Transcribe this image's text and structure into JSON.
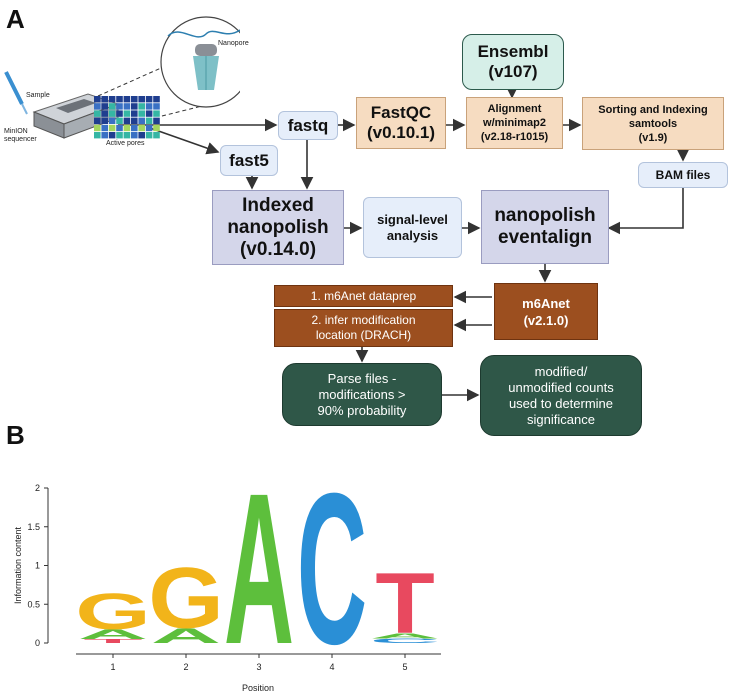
{
  "panel_a": {
    "label": "A",
    "device": {
      "sample_label": "Sample",
      "sequencer_label": "MinION\nsequencer",
      "pores_label": "Active pores",
      "nanopore_label": "Nanopore"
    },
    "nodes": {
      "fastq": "fastq",
      "fast5": "fast5",
      "fastqc": "FastQC\n(v0.10.1)",
      "ensembl": "Ensembl\n(v107)",
      "alignment": "Alignment\nw/minimap2\n(v2.18-r1015)",
      "sorting": "Sorting and Indexing\nsamtools\n(v1.9)",
      "bam": "BAM files",
      "indexed": "Indexed\nnanopolish\n(v0.14.0)",
      "signal": "signal-level\nanalysis",
      "eventalign": "nanopolish\neventalign",
      "m6anet": "m6Anet\n(v2.1.0)",
      "dataprep": "1.  m6Anet dataprep",
      "infer": "2. infer modification\nlocation (DRACH)",
      "parse": "Parse files -\nmodifications >\n90% probability",
      "counts": "modified/\nunmodified counts\nused to determine\nsignificance"
    },
    "colors": {
      "lavender": "#d4d6ea",
      "tan": "#f6dcc1",
      "brown": "#9c4f1f",
      "dark_green": "#2f5748",
      "teal": "#d6efe8"
    }
  },
  "panel_b": {
    "label": "B",
    "chart_data": {
      "type": "sequence-logo",
      "xlabel": "Position",
      "ylabel": "Information content",
      "ylim": [
        0,
        2
      ],
      "yticks": [
        "0",
        "0.5",
        "1",
        "1.5",
        "2"
      ],
      "positions": [
        "1",
        "2",
        "3",
        "4",
        "5"
      ],
      "letters": [
        {
          "position": 1,
          "stack": [
            {
              "letter": "T",
              "bits": 0.05,
              "color": "#e8495f"
            },
            {
              "letter": "A",
              "bits": 0.13,
              "color": "#5dbf3c"
            },
            {
              "letter": "G",
              "bits": 0.47,
              "color": "#f2b41a"
            }
          ]
        },
        {
          "position": 2,
          "stack": [
            {
              "letter": "A",
              "bits": 0.2,
              "color": "#5dbf3c"
            },
            {
              "letter": "G",
              "bits": 0.8,
              "color": "#f2b41a"
            }
          ]
        },
        {
          "position": 3,
          "stack": [
            {
              "letter": "A",
              "bits": 2.0,
              "color": "#5dbf3c"
            }
          ]
        },
        {
          "position": 4,
          "stack": [
            {
              "letter": "C",
              "bits": 2.0,
              "color": "#2a8fd6"
            }
          ]
        },
        {
          "position": 5,
          "stack": [
            {
              "letter": "C",
              "bits": 0.06,
              "color": "#2a8fd6"
            },
            {
              "letter": "A",
              "bits": 0.07,
              "color": "#5dbf3c"
            },
            {
              "letter": "T",
              "bits": 0.8,
              "color": "#e8495f"
            }
          ]
        }
      ]
    }
  }
}
